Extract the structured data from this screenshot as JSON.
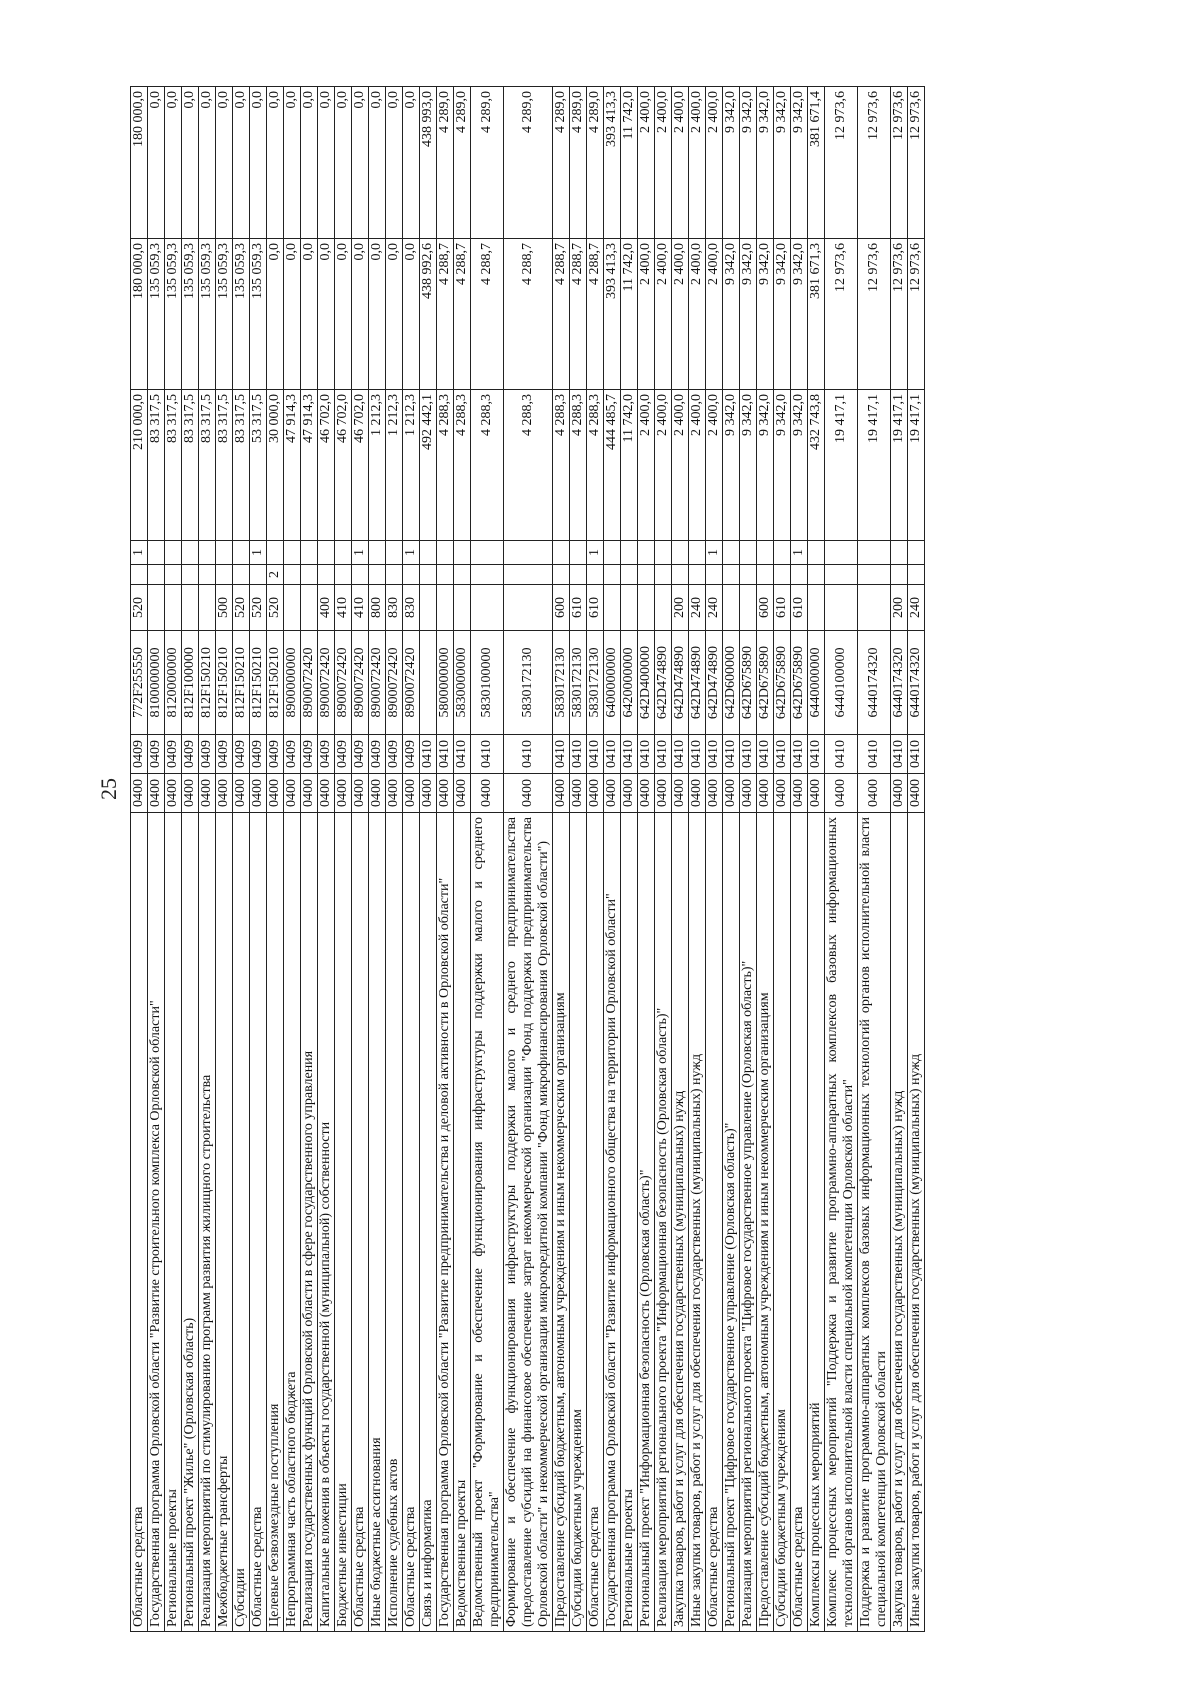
{
  "page_number": "25",
  "rows": [
    [
      "Областные средства",
      "0400",
      "0409",
      "772F255550",
      "520",
      "",
      "1",
      "210 000,0",
      "180 000,0",
      "180 000,0"
    ],
    [
      "Государственная программа Орловской области \"Развитие строительного комплекса Орловской области\"",
      "0400",
      "0409",
      "8100000000",
      "",
      "",
      "",
      "83 317,5",
      "135 059,3",
      "0,0"
    ],
    [
      "Региональные проекты",
      "0400",
      "0409",
      "8120000000",
      "",
      "",
      "",
      "83 317,5",
      "135 059,3",
      "0,0"
    ],
    [
      "Региональный проект \"Жилье\" (Орловская область)",
      "0400",
      "0409",
      "812F100000",
      "",
      "",
      "",
      "83 317,5",
      "135 059,3",
      "0,0"
    ],
    [
      "Реализация мероприятий по стимулированию программ развития жилищного строительства",
      "0400",
      "0409",
      "812F150210",
      "",
      "",
      "",
      "83 317,5",
      "135 059,3",
      "0,0"
    ],
    [
      "Межбюджетные трансферты",
      "0400",
      "0409",
      "812F150210",
      "500",
      "",
      "",
      "83 317,5",
      "135 059,3",
      "0,0"
    ],
    [
      "Субсидии",
      "0400",
      "0409",
      "812F150210",
      "520",
      "",
      "",
      "83 317,5",
      "135 059,3",
      "0,0"
    ],
    [
      "Областные средства",
      "0400",
      "0409",
      "812F150210",
      "520",
      "",
      "1",
      "53 317,5",
      "135 059,3",
      "0,0"
    ],
    [
      "Целевые безвозмездные поступления",
      "0400",
      "0409",
      "812F150210",
      "520",
      "2",
      "",
      "30 000,0",
      "0,0",
      "0,0"
    ],
    [
      "Непрограммная часть областного бюджета",
      "0400",
      "0409",
      "8900000000",
      "",
      "",
      "",
      "47 914,3",
      "0,0",
      "0,0"
    ],
    [
      "Реализация государственных функций Орловской области в сфере государственного управления",
      "0400",
      "0409",
      "8900072420",
      "",
      "",
      "",
      "47 914,3",
      "0,0",
      "0,0"
    ],
    [
      "Капитальные вложения в объекты государственной (муниципальной) собственности",
      "0400",
      "0409",
      "8900072420",
      "400",
      "",
      "",
      "46 702,0",
      "0,0",
      "0,0"
    ],
    [
      "Бюджетные инвестиции",
      "0400",
      "0409",
      "8900072420",
      "410",
      "",
      "",
      "46 702,0",
      "0,0",
      "0,0"
    ],
    [
      "Областные средства",
      "0400",
      "0409",
      "8900072420",
      "410",
      "",
      "1",
      "46 702,0",
      "0,0",
      "0,0"
    ],
    [
      "Иные бюджетные ассигнования",
      "0400",
      "0409",
      "8900072420",
      "800",
      "",
      "",
      "1 212,3",
      "0,0",
      "0,0"
    ],
    [
      "Исполнение судебных актов",
      "0400",
      "0409",
      "8900072420",
      "830",
      "",
      "",
      "1 212,3",
      "0,0",
      "0,0"
    ],
    [
      "Областные средства",
      "0400",
      "0409",
      "8900072420",
      "830",
      "",
      "1",
      "1 212,3",
      "0,0",
      "0,0"
    ],
    [
      "Связь и информатика",
      "0400",
      "0410",
      "",
      "",
      "",
      "",
      "492 442,1",
      "438 992,6",
      "438 993,0"
    ],
    [
      "Государственная программа Орловской области \"Развитие предпринимательства и деловой активности в Орловской области\"",
      "0400",
      "0410",
      "5800000000",
      "",
      "",
      "",
      "4 288,3",
      "4 288,7",
      "4 289,0"
    ],
    [
      "Ведомственные проекты",
      "0400",
      "0410",
      "5830000000",
      "",
      "",
      "",
      "4 288,3",
      "4 288,7",
      "4 289,0"
    ],
    [
      "Ведомственный проект \"Формирование и обеспечение функционирования инфраструктуры поддержки малого и среднего предпринимательства\"",
      "0400",
      "0410",
      "5830100000",
      "",
      "",
      "",
      "4 288,3",
      "4 288,7",
      "4 289,0"
    ],
    [
      "Формирование и обеспечение функционирования инфраструктуры поддержки малого и среднего предпринимательства (предоставление субсидий на финансовое обеспечение затрат некоммерческой организации \"Фонд поддержки предпринимательства Орловской области\" и некоммерческой организации микрокредитной компании \"Фонд микрофинансирования Орловской области\")",
      "0400",
      "0410",
      "5830172130",
      "",
      "",
      "",
      "4 288,3",
      "4 288,7",
      "4 289,0"
    ],
    [
      "Предоставление субсидий бюджетным, автономным учреждениям и иным некоммерческим организациям",
      "0400",
      "0410",
      "5830172130",
      "600",
      "",
      "",
      "4 288,3",
      "4 288,7",
      "4 289,0"
    ],
    [
      "Субсидии бюджетным учреждениям",
      "0400",
      "0410",
      "5830172130",
      "610",
      "",
      "",
      "4 288,3",
      "4 288,7",
      "4 289,0"
    ],
    [
      "Областные средства",
      "0400",
      "0410",
      "5830172130",
      "610",
      "",
      "1",
      "4 288,3",
      "4 288,7",
      "4 289,0"
    ],
    [
      "Государственная программа Орловской области \"Развитие информационного общества на территории Орловской области\"",
      "0400",
      "0410",
      "6400000000",
      "",
      "",
      "",
      "444 485,7",
      "393 413,3",
      "393 413,3"
    ],
    [
      "Региональные проекты",
      "0400",
      "0410",
      "6420000000",
      "",
      "",
      "",
      "11 742,0",
      "11 742,0",
      "11 742,0"
    ],
    [
      "Региональный проект \"Информационная безопасность (Орловская область)\"",
      "0400",
      "0410",
      "642D400000",
      "",
      "",
      "",
      "2 400,0",
      "2 400,0",
      "2 400,0"
    ],
    [
      "Реализация мероприятий регионального проекта \"Информационная безопасность (Орловская область)\"",
      "0400",
      "0410",
      "642D474890",
      "",
      "",
      "",
      "2 400,0",
      "2 400,0",
      "2 400,0"
    ],
    [
      "Закупка товаров, работ и услуг для обеспечения государственных (муниципальных) нужд",
      "0400",
      "0410",
      "642D474890",
      "200",
      "",
      "",
      "2 400,0",
      "2 400,0",
      "2 400,0"
    ],
    [
      "Иные закупки товаров, работ и услуг для обеспечения государственных (муниципальных) нужд",
      "0400",
      "0410",
      "642D474890",
      "240",
      "",
      "",
      "2 400,0",
      "2 400,0",
      "2 400,0"
    ],
    [
      "Областные средства",
      "0400",
      "0410",
      "642D474890",
      "240",
      "",
      "1",
      "2 400,0",
      "2 400,0",
      "2 400,0"
    ],
    [
      "Региональный проект \"Цифровое государственное управление (Орловская область)\"",
      "0400",
      "0410",
      "642D600000",
      "",
      "",
      "",
      "9 342,0",
      "9 342,0",
      "9 342,0"
    ],
    [
      "Реализация мероприятий регионального проекта \"Цифровое государственное управление (Орловская область)\"",
      "0400",
      "0410",
      "642D675890",
      "",
      "",
      "",
      "9 342,0",
      "9 342,0",
      "9 342,0"
    ],
    [
      "Предоставление субсидий бюджетным, автономным учреждениям и иным некоммерческим организациям",
      "0400",
      "0410",
      "642D675890",
      "600",
      "",
      "",
      "9 342,0",
      "9 342,0",
      "9 342,0"
    ],
    [
      "Субсидии бюджетным учреждениям",
      "0400",
      "0410",
      "642D675890",
      "610",
      "",
      "",
      "9 342,0",
      "9 342,0",
      "9 342,0"
    ],
    [
      "Областные средства",
      "0400",
      "0410",
      "642D675890",
      "610",
      "",
      "1",
      "9 342,0",
      "9 342,0",
      "9 342,0"
    ],
    [
      "Комплексы процессных мероприятий",
      "0400",
      "0410",
      "6440000000",
      "",
      "",
      "",
      "432 743,8",
      "381 671,3",
      "381 671,4"
    ],
    [
      "Комплекс процессных мероприятий \"Поддержка и развитие программно-аппаратных комплексов базовых информационных технологий органов исполнительной власти специальной компетенции Орловской области\"",
      "0400",
      "0410",
      "6440100000",
      "",
      "",
      "",
      "19 417,1",
      "12 973,6",
      "12 973,6"
    ],
    [
      "Поддержка и развитие программно-аппаратных комплексов базовых информационных технологий органов исполнительной власти специальной компетенции Орловской области",
      "0400",
      "0410",
      "6440174320",
      "",
      "",
      "",
      "19 417,1",
      "12 973,6",
      "12 973,6"
    ],
    [
      "Закупка товаров, работ и услуг для обеспечения государственных (муниципальных) нужд",
      "0400",
      "0410",
      "6440174320",
      "200",
      "",
      "",
      "19 417,1",
      "12 973,6",
      "12 973,6"
    ],
    [
      "Иные закупки товаров, работ и услуг для обеспечения государственных (муниципальных) нужд",
      "0400",
      "0410",
      "6440174320",
      "240",
      "",
      "",
      "19 417,1",
      "12 973,6",
      "12 973,6"
    ]
  ]
}
